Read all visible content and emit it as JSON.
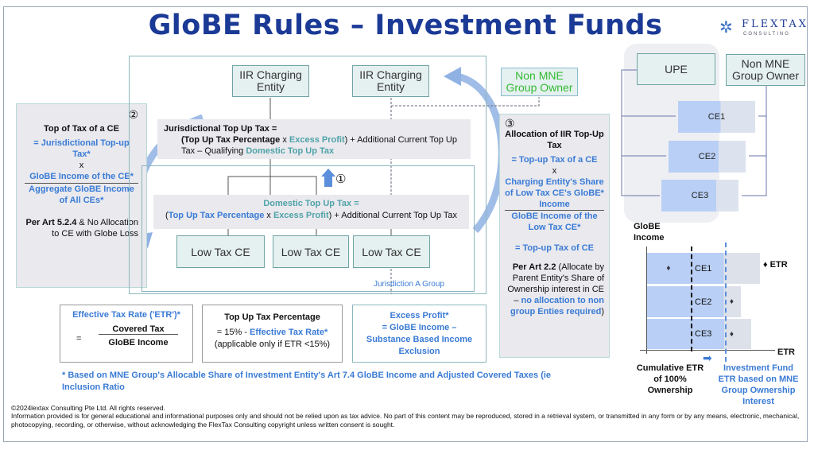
{
  "title": "GloBE Rules – Investment Funds",
  "logo": {
    "name": "FLEXTAX",
    "sub": "CONSULTING"
  },
  "left_box": {
    "num": "②",
    "heading": "Top of Tax of a CE",
    "l1": "= Jurisdictional Top-up Tax*",
    "x": "x",
    "numerator": "GloBE Income of the CE*",
    "denominator": "Aggregate GloBE Income of All CEs*",
    "art": "Per Art 5.2.4",
    "rest": " & No Allocation to CE with Globe Loss"
  },
  "entities": {
    "iir1": "IIR Charging Entity",
    "iir2": "IIR Charging Entity",
    "non_mne": "Non MNE Group Owner",
    "low1": "Low Tax CE",
    "low2": "Low Tax CE",
    "low3": "Low Tax CE",
    "group_label": "Jurisdiction A Group"
  },
  "jur_formula": {
    "head": "Jurisdictional Top Up Tax =",
    "p1": "(",
    "tutp": "Top Up Tax Percentage",
    "x": " x ",
    "ep": "Excess Profit",
    "p2": ")  + Additional Current Top Up Tax – Qualifying ",
    "dtut": "Domestic Top Up Tax"
  },
  "step1": "①",
  "dom_formula": {
    "head": "Domestic Top Up Tax =",
    "p1": "(",
    "tutp": "Top Up Tax Percentage",
    "x": " x ",
    "ep": "Excess Profit",
    "p2": ") + Additional Current Top Up Tax"
  },
  "right_box": {
    "num": "③",
    "heading": "Allocation of IIR Top-Up Tax",
    "l1": "= Top-up Tax of a CE",
    "x": "x",
    "numerator": "Charging Entity's Share of Low Tax CE's GloBE* Income",
    "denominator": "GloBE Income of the Low Tax CE*",
    "result": "= Top-up Tax of CE",
    "art": "Per Art 2.2",
    "p1": "  (Allocate by Parent Entity's Share of Ownership interest in CE – ",
    "hl": "no allocation to non group Enties required",
    "p2": ")"
  },
  "etr_box": {
    "title": "Effective Tax Rate ('ETR')*",
    "eq": "=",
    "num": "Covered Tax",
    "den": "GloBE Income"
  },
  "tutp_box": {
    "title": "Top Up Tax Percentage",
    "l1a": "=  15% - ",
    "l1b": "Effective Tax Rate*",
    "l2": "(applicable only if ETR <15%)"
  },
  "ep_box": {
    "title": "Excess Profit*",
    "l1": "=  GloBE Income –",
    "l2": "Substance Based Income Exclusion"
  },
  "footnote": "* Based on MNE Group's Allocable Share of Investment Entity's Art 7.4 GloBE Income and Adjusted Covered Taxes (ie Inclusion Ratio",
  "copyright": "©2024lextax Consulting Pte Ltd. All rights reserved.",
  "disclaimer": "Information provided is for general educational and informational purposes only and should not be relied upon as tax advice. No part of this content may be reproduced, stored in a retrieval system, or transmitted in any form or by any means, electronic, mechanical, photocopying, recording, or otherwise, without acknowledging the FlexTax Consulting copyright unless written consent is sought.",
  "structure": {
    "upe": "UPE",
    "non_mne": "Non MNE Group Owner",
    "ce1": "CE1",
    "ce2": "CE2",
    "ce3": "CE3",
    "ownership": [
      0.6,
      0.63,
      0.65
    ]
  },
  "chart_data": {
    "type": "bar",
    "ylabel": "GloBE Income",
    "xlabel": "ETR",
    "legend": "♦ ETR",
    "categories": [
      "CE1",
      "CE2",
      "CE3"
    ],
    "mne_share": [
      0.68,
      0.68,
      0.68
    ],
    "total_width": [
      1.0,
      0.83,
      0.92
    ],
    "etr_marker": [
      0.2,
      0.76,
      0.76
    ],
    "cum_label": "Cumulative ETR of 100% Ownership",
    "fund_label": "Investment Fund ETR based on MNE Group Ownership Interest"
  },
  "colors": {
    "title": "#1b3a96",
    "accent": "#3a7bd5",
    "teal": "#4fa3a8",
    "green": "#33bb33"
  }
}
